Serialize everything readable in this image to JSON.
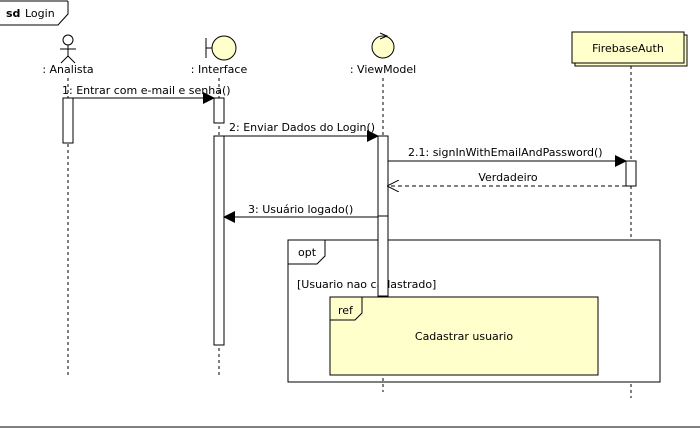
{
  "frame": {
    "keyword": "sd",
    "name": "Login"
  },
  "lifelines": [
    {
      "kind": "actor",
      "label": ": Analista"
    },
    {
      "kind": "boundary",
      "label": ": Interface"
    },
    {
      "kind": "control",
      "label": ": ViewModel"
    },
    {
      "kind": "object",
      "label": "FirebaseAuth"
    }
  ],
  "messages": [
    {
      "label": "1: Entrar com e-mail e senha()",
      "kind": "sync"
    },
    {
      "label": "2: Enviar Dados do Login()",
      "kind": "sync"
    },
    {
      "label": "2.1: signInWithEmailAndPassword()",
      "kind": "sync"
    },
    {
      "label": "Verdadeiro",
      "kind": "return"
    },
    {
      "label": "3: Usuário logado()",
      "kind": "sync"
    }
  ],
  "fragment": {
    "operator": "opt",
    "guard": "[Usuario nao cadastrado]",
    "ref": {
      "keyword": "ref",
      "text": "Cadastrar usuario"
    }
  },
  "colors": {
    "note_fill": "#ffffcc",
    "activation_fill": "#ffffff",
    "stroke": "#000000"
  }
}
